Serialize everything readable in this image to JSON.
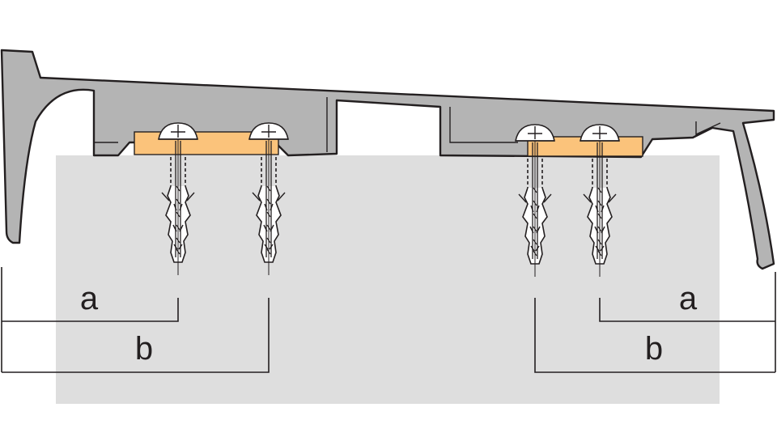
{
  "labels": {
    "left_a": "a",
    "left_b": "b",
    "right_a": "a",
    "right_b": "b"
  },
  "colors": {
    "wall": "#dedede",
    "profile_fill": "#b4b4b4",
    "profile_stroke": "#231f20",
    "spacer": "#fbc37b",
    "screw_head": "#ffffff",
    "line": "#231f20"
  }
}
